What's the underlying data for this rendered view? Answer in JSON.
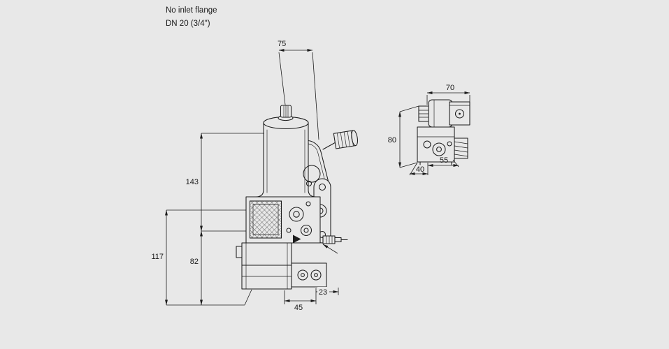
{
  "header": {
    "line1": "No inlet flange",
    "line2": "DN 20 (3/4\")"
  },
  "front_view": {
    "dim_top_width": "75",
    "dim_body_height": "143",
    "dim_total_height": "117",
    "dim_axis_height": "82",
    "dim_bottom_width": "45",
    "dim_bottom_offset": "23"
  },
  "side_view": {
    "dim_width": "70",
    "dim_height": "80",
    "dim_depth_a": "40",
    "dim_depth_b": "55"
  },
  "colors": {
    "background": "#e8e8e8",
    "line": "#1c1c1c",
    "text": "#1a1a1a"
  }
}
